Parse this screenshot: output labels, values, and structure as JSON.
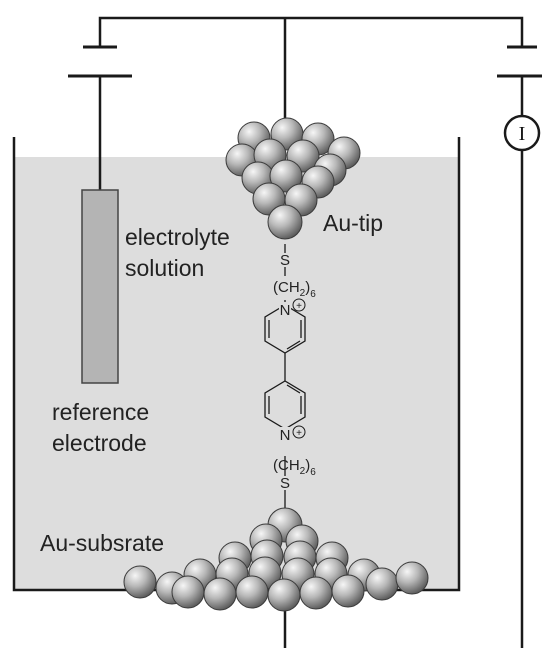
{
  "labels": {
    "electrolyte_line1": "electrolyte",
    "electrolyte_line2": "solution",
    "reference_line1": "reference",
    "reference_line2": "electrode",
    "au_tip": "Au-tip",
    "au_substrate": "Au-subsrate",
    "current_meter": "I"
  },
  "molecule": {
    "top_sulfur": "S",
    "top_chain": "(CH",
    "top_chain_sub": "2",
    "top_chain_close": ")",
    "top_chain_count": "6",
    "top_nitrogen": "N",
    "top_charge": "+",
    "bottom_nitrogen": "N",
    "bottom_charge": "+",
    "bottom_chain": "(CH",
    "bottom_chain_sub": "2",
    "bottom_chain_close": ")",
    "bottom_chain_count": "6",
    "bottom_sulfur": "S"
  },
  "colors": {
    "electrolyte_fill": "#dddddd",
    "electrode_fill": "#b4b4b4",
    "sphere_highlight": "#f6f6f6",
    "sphere_shadow": "#555555",
    "wire": "#1a1a1a"
  }
}
